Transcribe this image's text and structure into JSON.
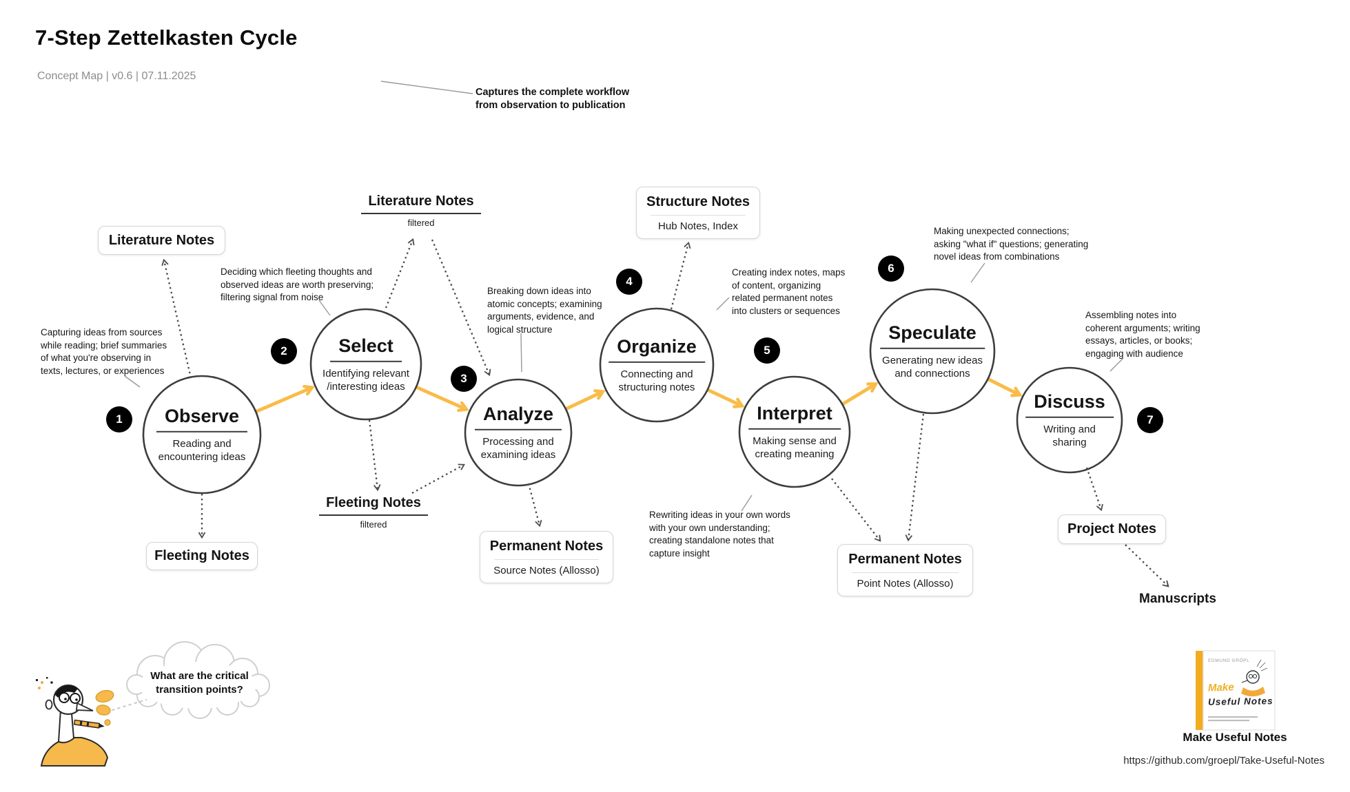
{
  "header": {
    "title": "7-Step Zettelkasten Cycle",
    "subtitle": "Concept Map | v0.6 | 07.11.2025",
    "callout": "Captures the complete workflow\nfrom observation to publication"
  },
  "steps": [
    {
      "num": "1",
      "title": "Observe",
      "subtitle": "Reading and\nencountering ideas"
    },
    {
      "num": "2",
      "title": "Select",
      "subtitle": "Identifying relevant\n/interesting ideas"
    },
    {
      "num": "3",
      "title": "Analyze",
      "subtitle": "Processing and\nexamining ideas"
    },
    {
      "num": "4",
      "title": "Organize",
      "subtitle": "Connecting and\nstructuring notes"
    },
    {
      "num": "5",
      "title": "Interpret",
      "subtitle": "Making sense and\ncreating meaning"
    },
    {
      "num": "6",
      "title": "Speculate",
      "subtitle": "Generating new ideas\nand connections"
    },
    {
      "num": "7",
      "title": "Discuss",
      "subtitle": "Writing and\nsharing"
    }
  ],
  "notes": {
    "literature_box": {
      "title": "Literature Notes"
    },
    "fleeting_box": {
      "title": "Fleeting Notes"
    },
    "literature_filtered": {
      "title": "Literature Notes",
      "qualifier": "filtered"
    },
    "fleeting_filtered": {
      "title": "Fleeting Notes",
      "qualifier": "filtered"
    },
    "structure_box": {
      "title": "Structure Notes",
      "subtitle": "Hub Notes, Index"
    },
    "permanent_source_box": {
      "title": "Permanent Notes",
      "subtitle": "Source Notes (Allosso)"
    },
    "permanent_point_box": {
      "title": "Permanent Notes",
      "subtitle": "Point Notes (Allosso)"
    },
    "project_box": {
      "title": "Project Notes"
    },
    "manuscripts": {
      "title": "Manuscripts"
    }
  },
  "annotations": {
    "observe": "Capturing ideas from sources\nwhile reading; brief summaries\nof what you're observing in\ntexts, lectures, or experiences",
    "select": "Deciding which fleeting thoughts and\nobserved ideas are worth preserving;\nfiltering signal from noise",
    "analyze": "Breaking down ideas into\natomic concepts; examining\narguments, evidence, and\nlogical structure",
    "organize": "Creating index notes, maps\nof content, organizing\nrelated permanent notes\ninto clusters or sequences",
    "interpret": "Rewriting ideas in your own words\nwith your own understanding;\ncreating standalone notes that\ncapture insight",
    "speculate": "Making unexpected connections;\nasking \"what if\" questions; generating\nnovel ideas from combinations",
    "discuss": "Assembling notes into\ncoherent arguments; writing\nessays, articles, or books;\nengaging with audience"
  },
  "thought_bubble": {
    "text": "What are the critical\ntransition points?"
  },
  "book": {
    "author": "Edmund Gröpl",
    "cover_title_top": "Make",
    "cover_title_bottom": "Useful Notes",
    "caption": "Make Useful Notes",
    "url": "https://github.com/groepl/Take-Useful-Notes"
  },
  "colors": {
    "accent": "#F9BC49",
    "circle_stroke": "#3d3d3d",
    "badge_bg": "#000000",
    "box_border": "#d6d6d6",
    "dotted_line": "#4a4a4a",
    "leader_line": "#999999"
  }
}
